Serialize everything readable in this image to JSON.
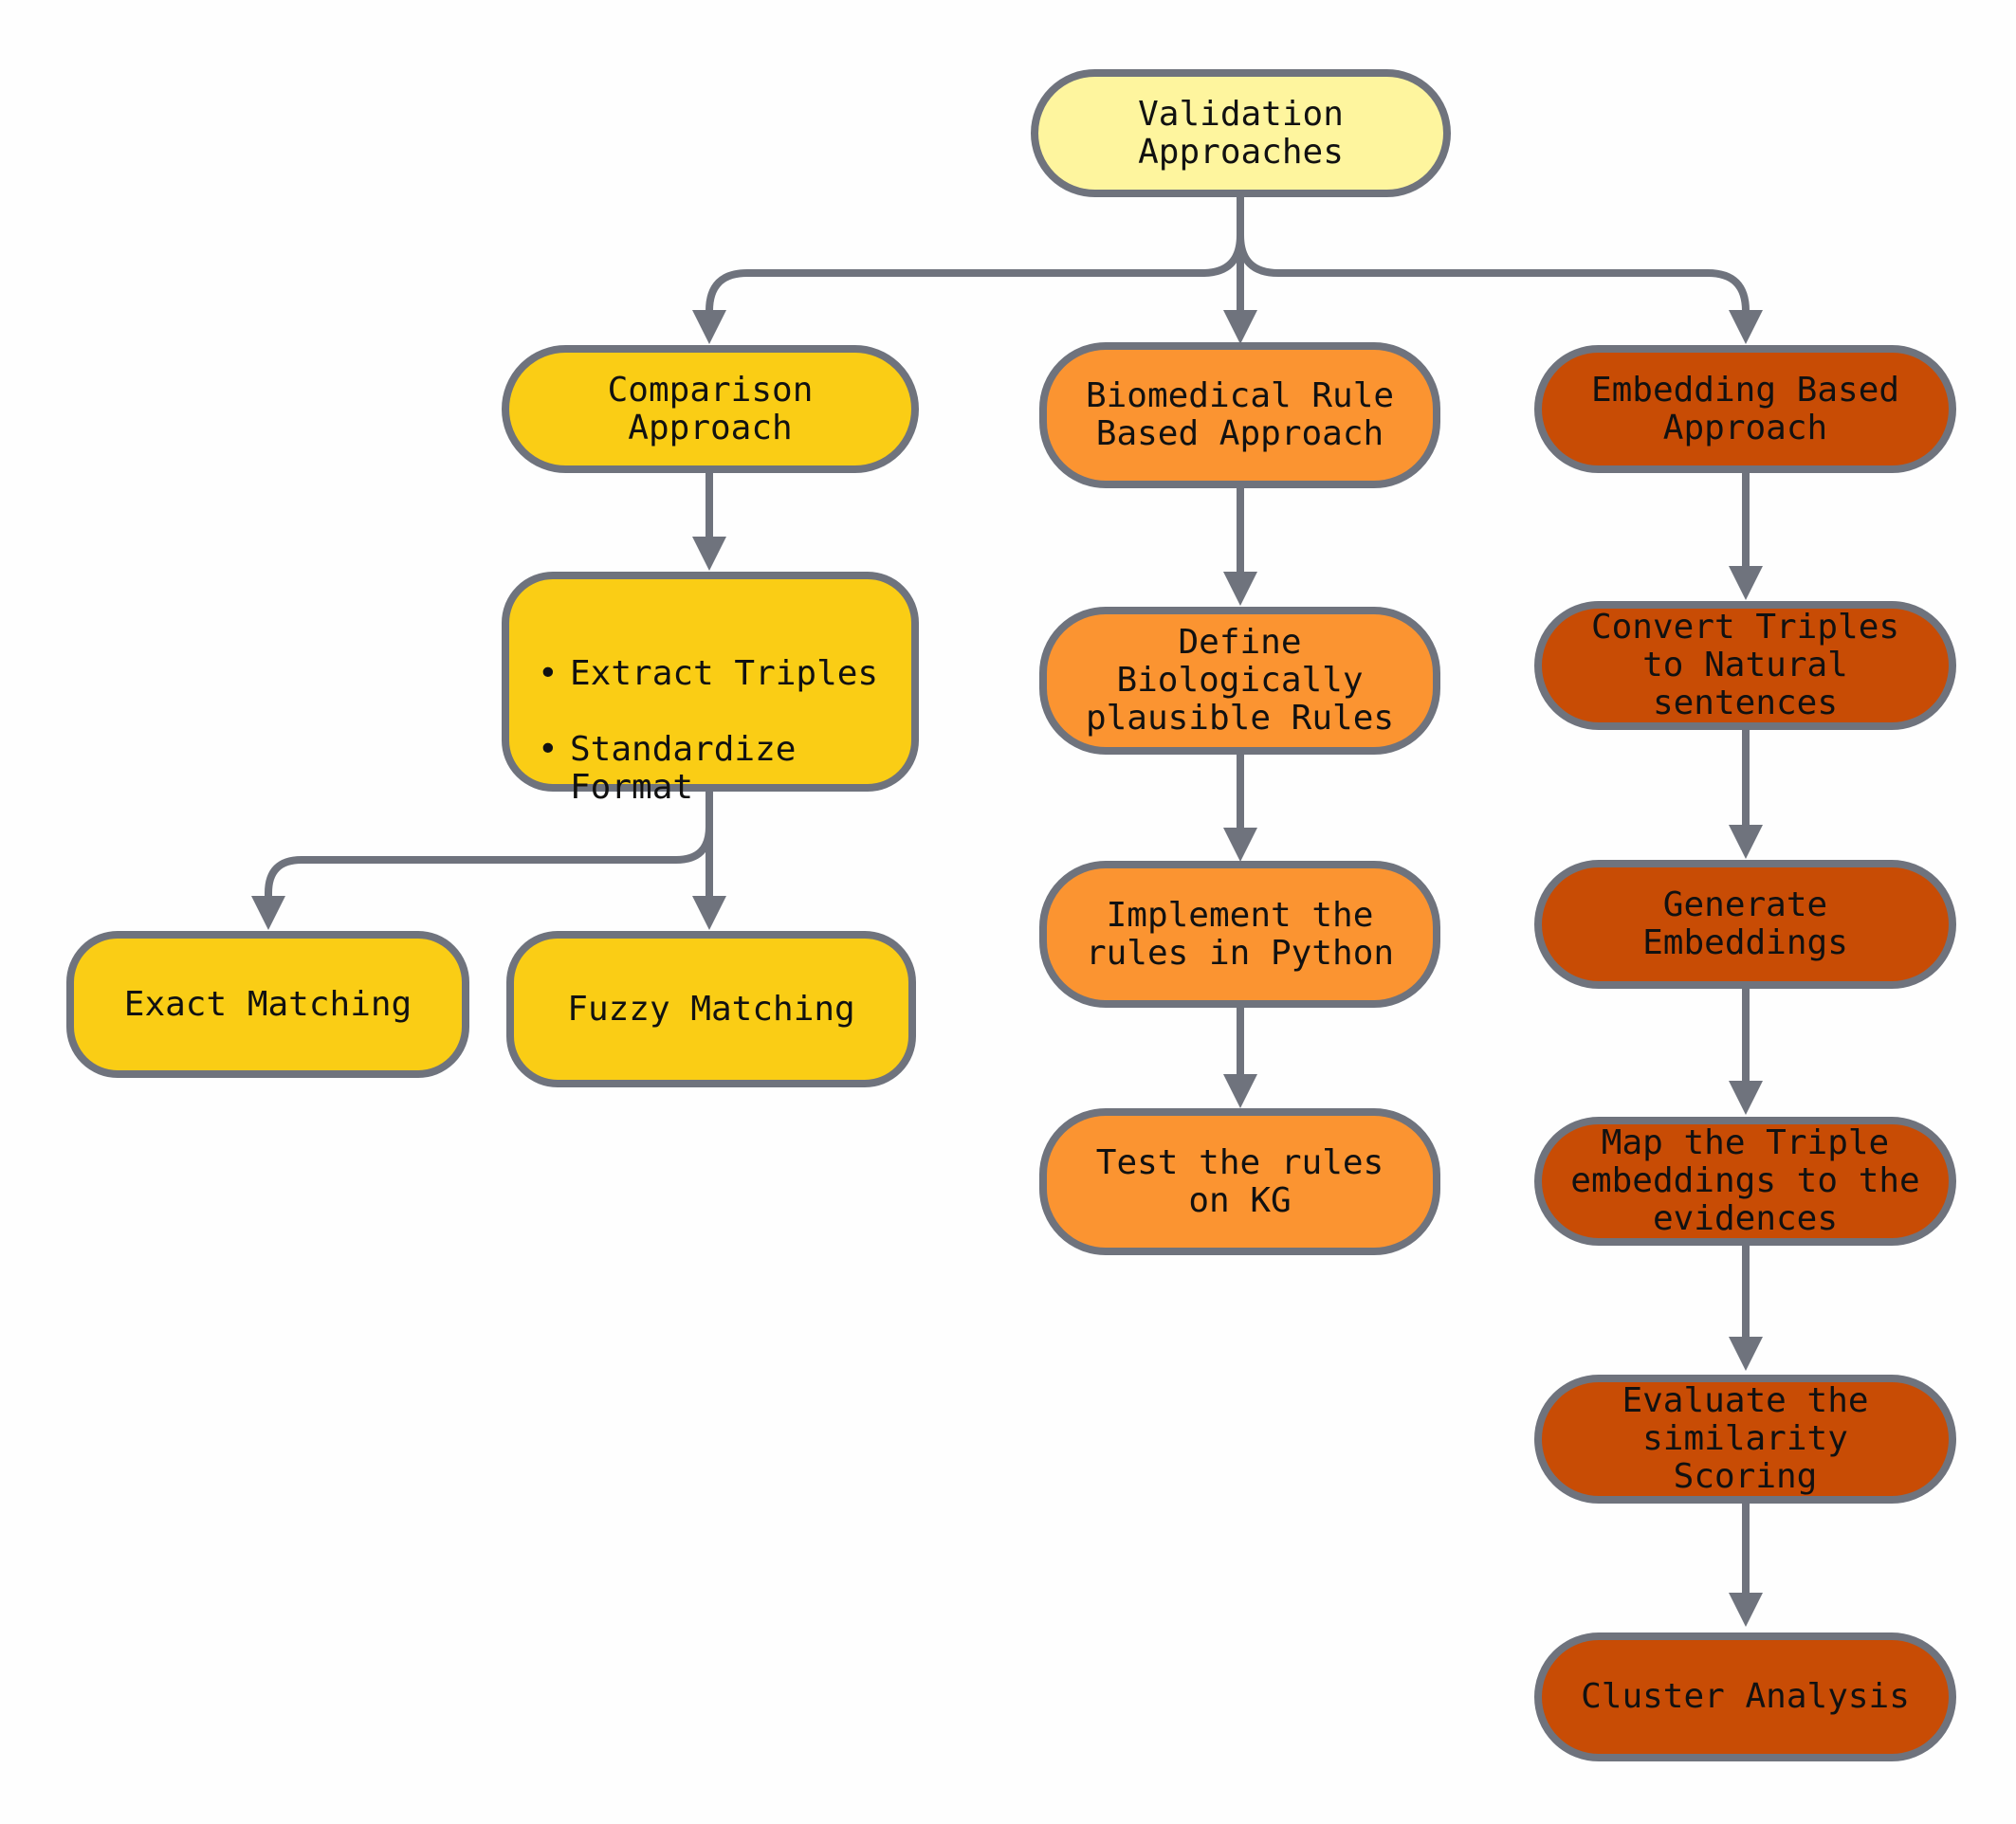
{
  "diagram": {
    "root": {
      "label": "Validation\nApproaches"
    },
    "comparison": {
      "title": "Comparison\nApproach",
      "steps": [
        "Extract Triples",
        "Standardize Format"
      ],
      "methods": [
        "Exact Matching",
        "Fuzzy Matching"
      ]
    },
    "rule_based": {
      "title": "Biomedical Rule\nBased Approach",
      "steps": [
        "Define\nBiologically\nplausible Rules",
        "Implement the\nrules in Python",
        "Test the rules\non KG"
      ]
    },
    "embedding": {
      "title": "Embedding Based\nApproach",
      "steps": [
        "Convert Triples\nto Natural\nsentences",
        "Generate\nEmbeddings",
        "Map the Triple\nembeddings to the\nevidences",
        "Evaluate the\nsimilarity\nScoring",
        "Cluster Analysis"
      ]
    },
    "colors": {
      "root_fill": "#fef59e",
      "comparison_fill": "#facd15",
      "rule_fill": "#fb9431",
      "embedding_fill": "#c84c05",
      "border": "#6f737d",
      "connector": "#6f737d"
    }
  }
}
